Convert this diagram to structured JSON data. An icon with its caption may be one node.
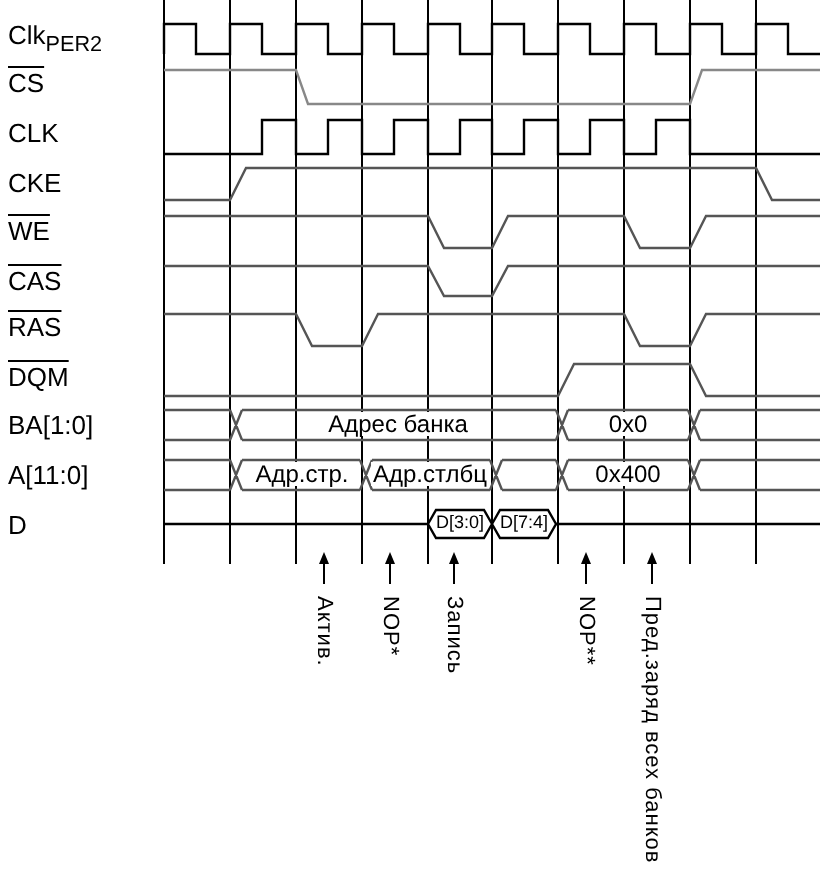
{
  "diagram": {
    "labels": [
      "Clk$_{PER2}$",
      "CS",
      "CLK",
      "CKE",
      "WE",
      "CAS",
      "RAS",
      "DQM",
      "BA[1:0]",
      "Адрес банка",
      "0x0",
      "A[11:0]",
      "Адр.стр.",
      "Адр.стлбц",
      "0x400",
      "D",
      "D[3:0]",
      "D[7:4]",
      "Актив.",
      "NOP*",
      "Запись",
      "NOP**",
      "Пред.заряд всех банков"
    ]
  }
}
